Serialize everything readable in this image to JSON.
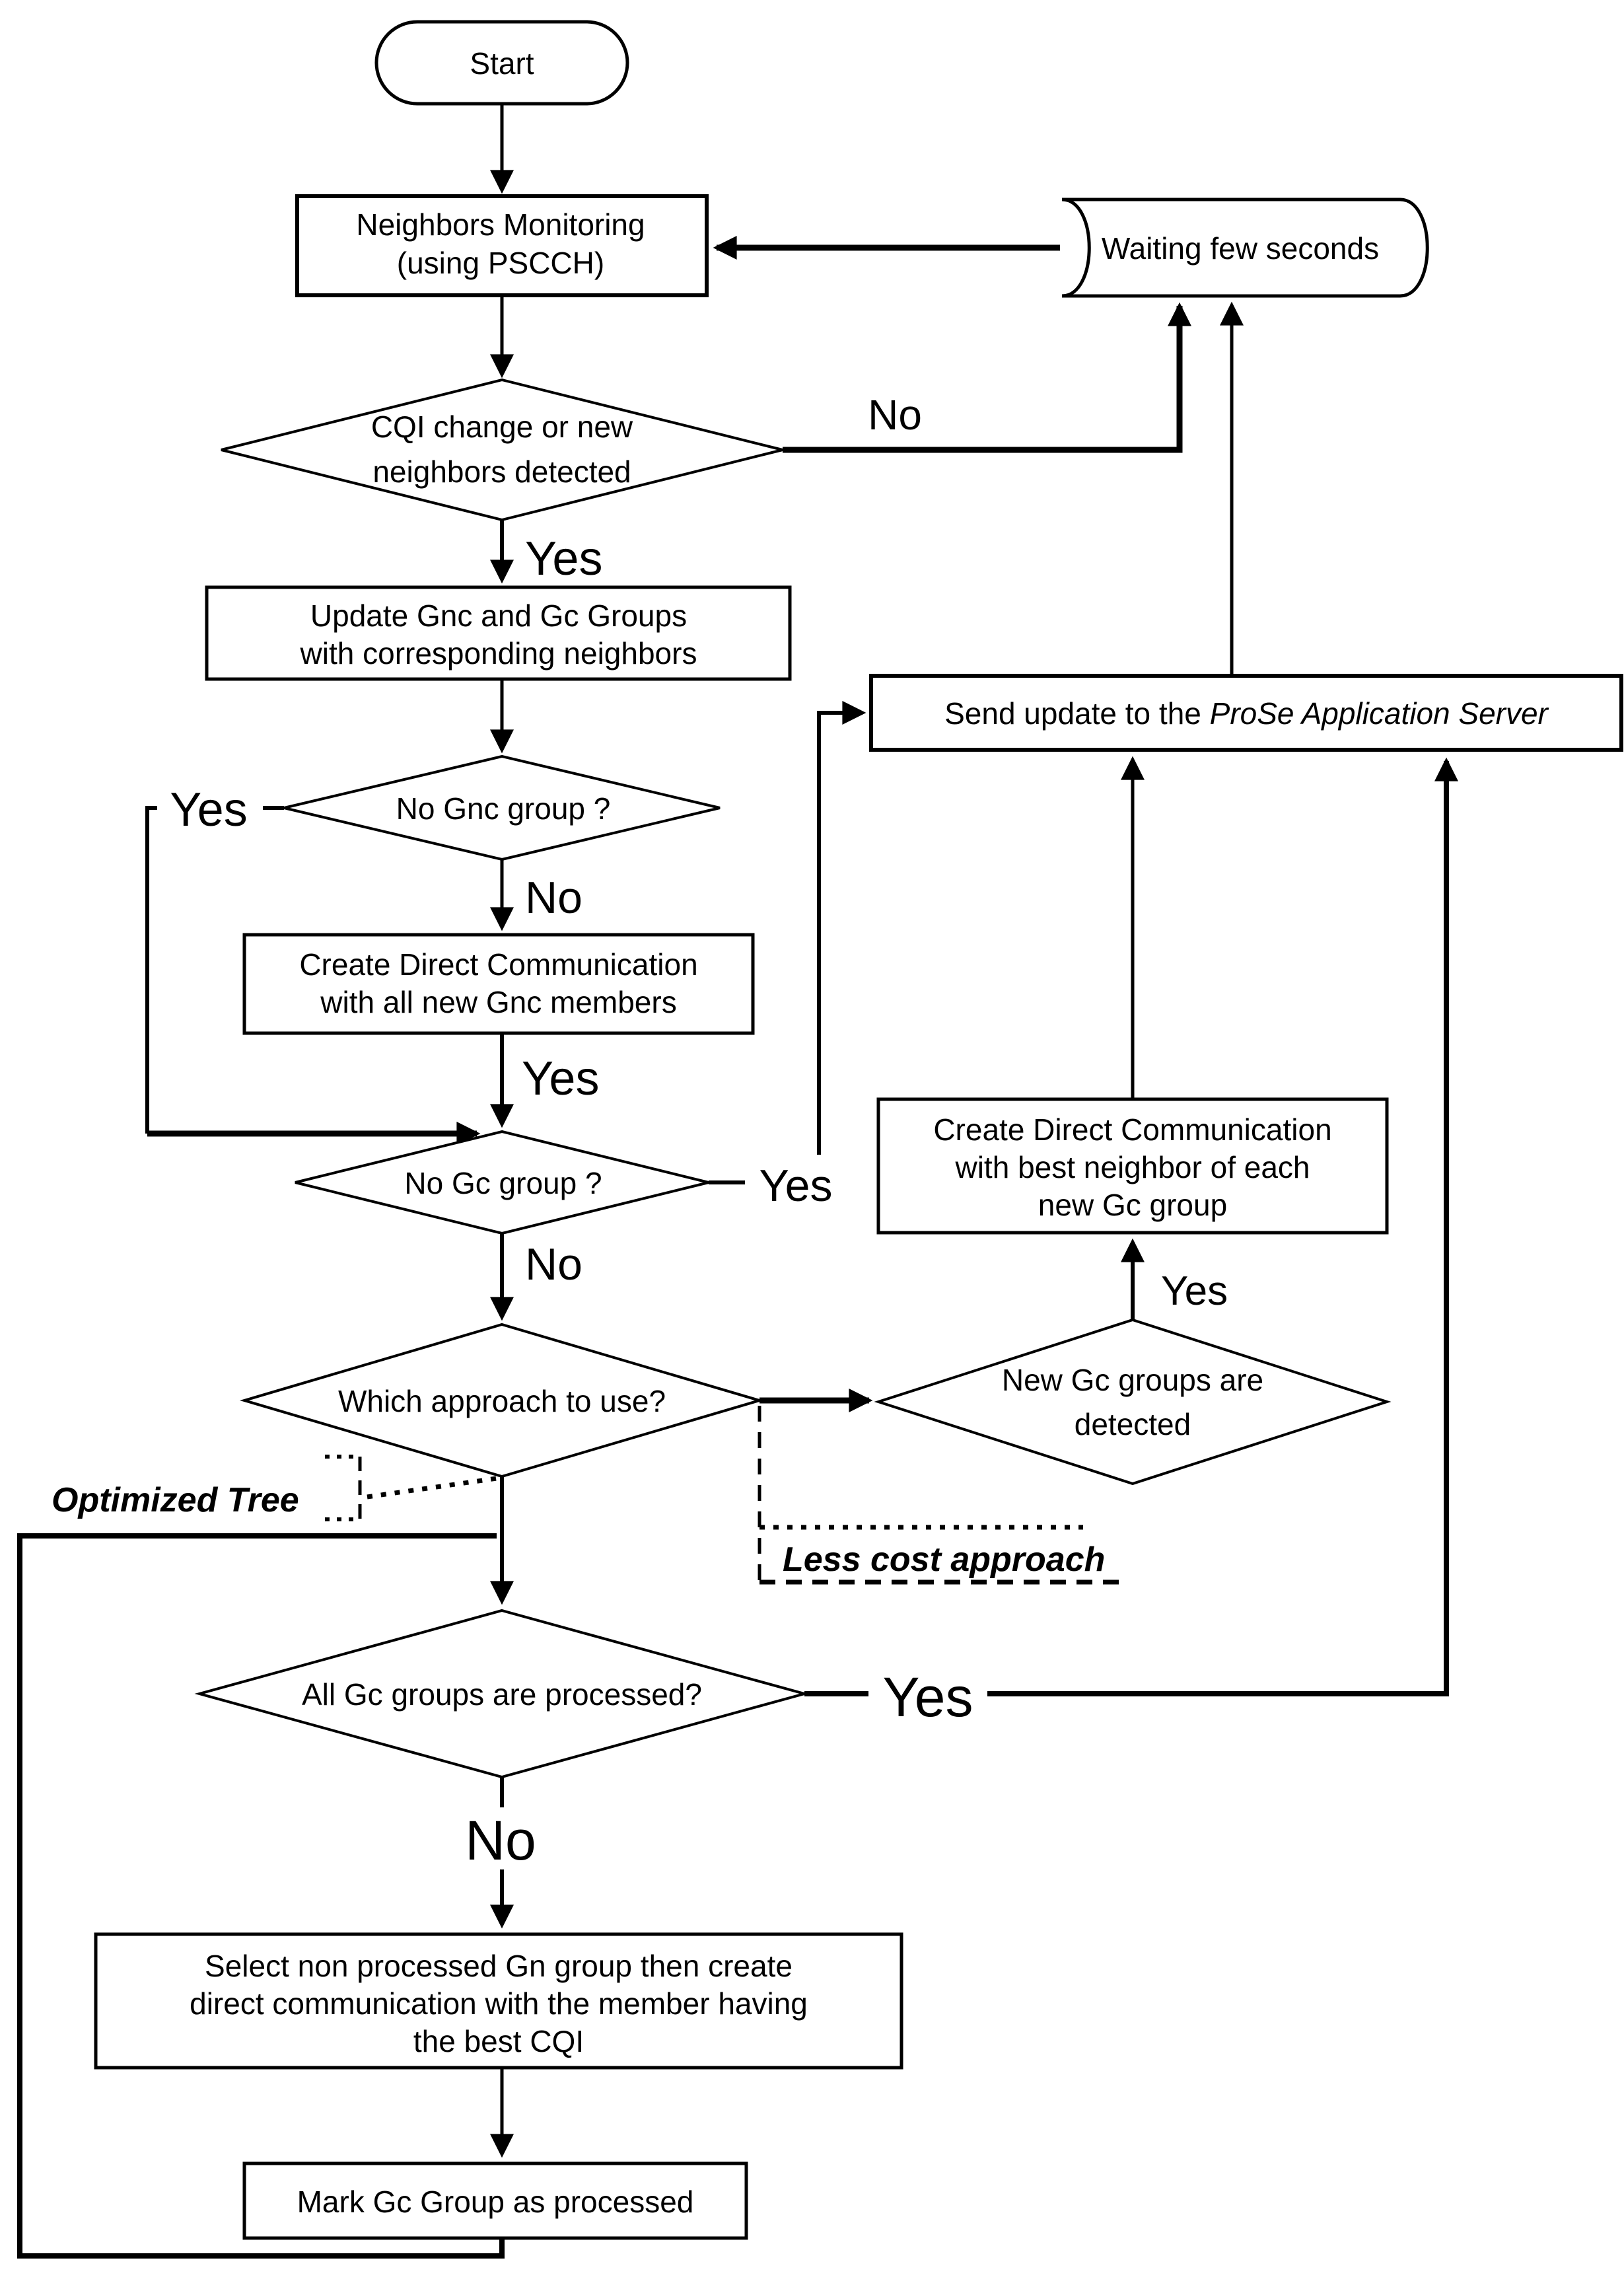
{
  "diagram": {
    "title": "Neighbor monitoring and group communication flowchart",
    "colors": {
      "line": "#000000",
      "background": "#ffffff",
      "text": "#000000"
    },
    "nodes": {
      "start": {
        "label": "Start"
      },
      "monitor": {
        "line1": "Neighbors Monitoring",
        "line2": "(using PSCCH)"
      },
      "waiting": {
        "label": "Waiting few seconds"
      },
      "cqi_decision": {
        "line1": "CQI change or new",
        "line2": "neighbors detected"
      },
      "update_groups": {
        "line1": "Update Gnc and Gc Groups",
        "line2": "with corresponding neighbors"
      },
      "no_gnc_decision": {
        "label": "No Gnc group ?"
      },
      "create_gnc": {
        "line1": "Create Direct Communication",
        "line2": "with all new Gnc members"
      },
      "no_gc_decision": {
        "label": "No Gc group ?"
      },
      "send_update": {
        "prefix": "Send update to the ",
        "emphasis": "ProSe Application Server"
      },
      "create_gc": {
        "line1": "Create Direct Communication",
        "line2": "with best neighbor of each",
        "line3": "new Gc group"
      },
      "new_gc_decision": {
        "line1": "New Gc groups are",
        "line2": "detected"
      },
      "which_approach_decision": {
        "label": "Which approach to use?"
      },
      "all_processed_decision": {
        "label": "All Gc groups are processed?"
      },
      "select_group": {
        "line1": "Select non processed Gn group then create",
        "line2": "direct communication with the member having",
        "line3": "the best CQI"
      },
      "mark_processed": {
        "label": "Mark Gc Group as processed"
      }
    },
    "edge_labels": {
      "cqi_no": "No",
      "cqi_yes": "Yes",
      "no_gnc_yes": "Yes",
      "no_gnc_no": "No",
      "create_gnc_yes": "Yes",
      "no_gc_yes": "Yes",
      "no_gc_no": "No",
      "new_gc_yes": "Yes",
      "all_processed_yes": "Yes",
      "all_processed_no": "No"
    },
    "annotations": {
      "optimized_tree": "Optimized Tree",
      "less_cost": "Less cost approach"
    }
  }
}
